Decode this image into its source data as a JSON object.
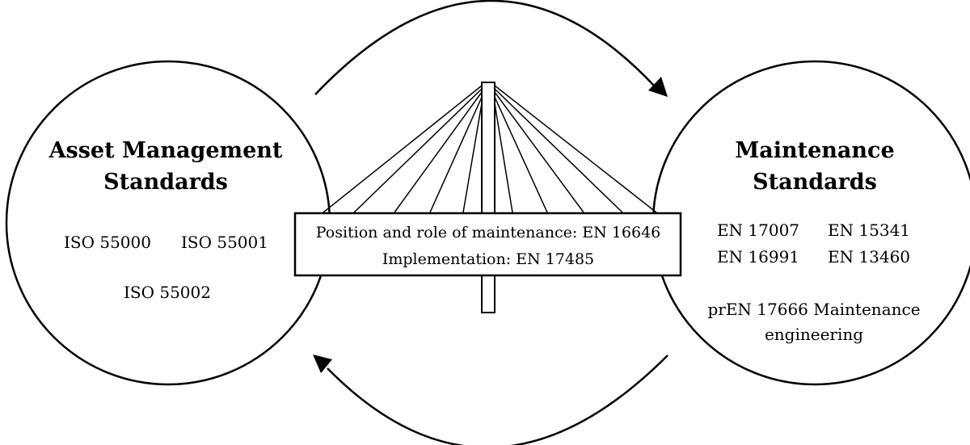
{
  "left_circle": {
    "title_line1": "Asset Management",
    "title_line2": "Standards",
    "standards": [
      "ISO 55000",
      "ISO 55001",
      "ISO 55002"
    ]
  },
  "right_circle": {
    "title_line1": "Maintenance",
    "title_line2": "Standards",
    "standards": [
      "EN 17007",
      "EN 15341",
      "EN 16991",
      "EN 13460"
    ],
    "engineering_line1": "prEN 17666 Maintenance",
    "engineering_line2": "engineering"
  },
  "bridge": {
    "line1": "Position and role of maintenance: EN 16646",
    "line2": "Implementation: EN 17485"
  }
}
